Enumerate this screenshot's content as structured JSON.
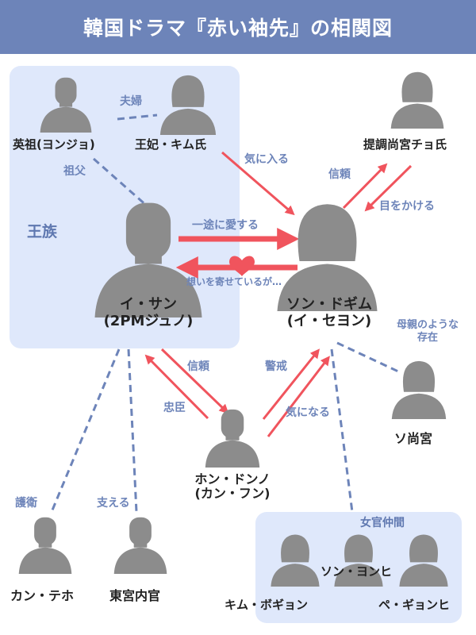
{
  "title": "韓国ドラマ『赤い袖先』の相関図",
  "groups": {
    "royal": "王族",
    "court_ladies": "女官仲間"
  },
  "people": {
    "yeongjo": "英祖(ヨンジョ)",
    "queen": "王妃・キム氏",
    "jeho": "提調尚宮チョ氏",
    "isan_name": "イ・サン",
    "isan_actor": "(2PMジュノ)",
    "deokim_name": "ソン・ドギム",
    "deokim_actor": "(イ・セヨン)",
    "so_sanggung": "ソ尚宮",
    "hong_name": "ホン・ドンノ",
    "hong_actor": "(カン・フン)",
    "kang": "カン・テホ",
    "eunuch": "東宮内官",
    "bokyeon": "キム・ボギョン",
    "yeonghui": "ソン・ヨンヒ",
    "gyeonghui": "ペ・ギョンヒ"
  },
  "relations": {
    "spouse": "夫婦",
    "grandfather": "祖父",
    "favored": "気に入る",
    "trust_chief": "信頼",
    "watch_over": "目をかける",
    "love": "一途に愛する",
    "longing": "想いを寄せているが…",
    "trust_hong": "信頼",
    "loyal": "忠臣",
    "wary": "警戒",
    "curious": "気になる",
    "mother_line1": "母親のような",
    "mother_line2": "存在",
    "guard": "護衛",
    "support": "支える"
  },
  "colors": {
    "header": "#6d84b9",
    "group_fill": "#dfe8fb",
    "arrow": "#f0545d",
    "dashed_line": "#6d84b9",
    "silhouette": "#8c8c8c"
  }
}
